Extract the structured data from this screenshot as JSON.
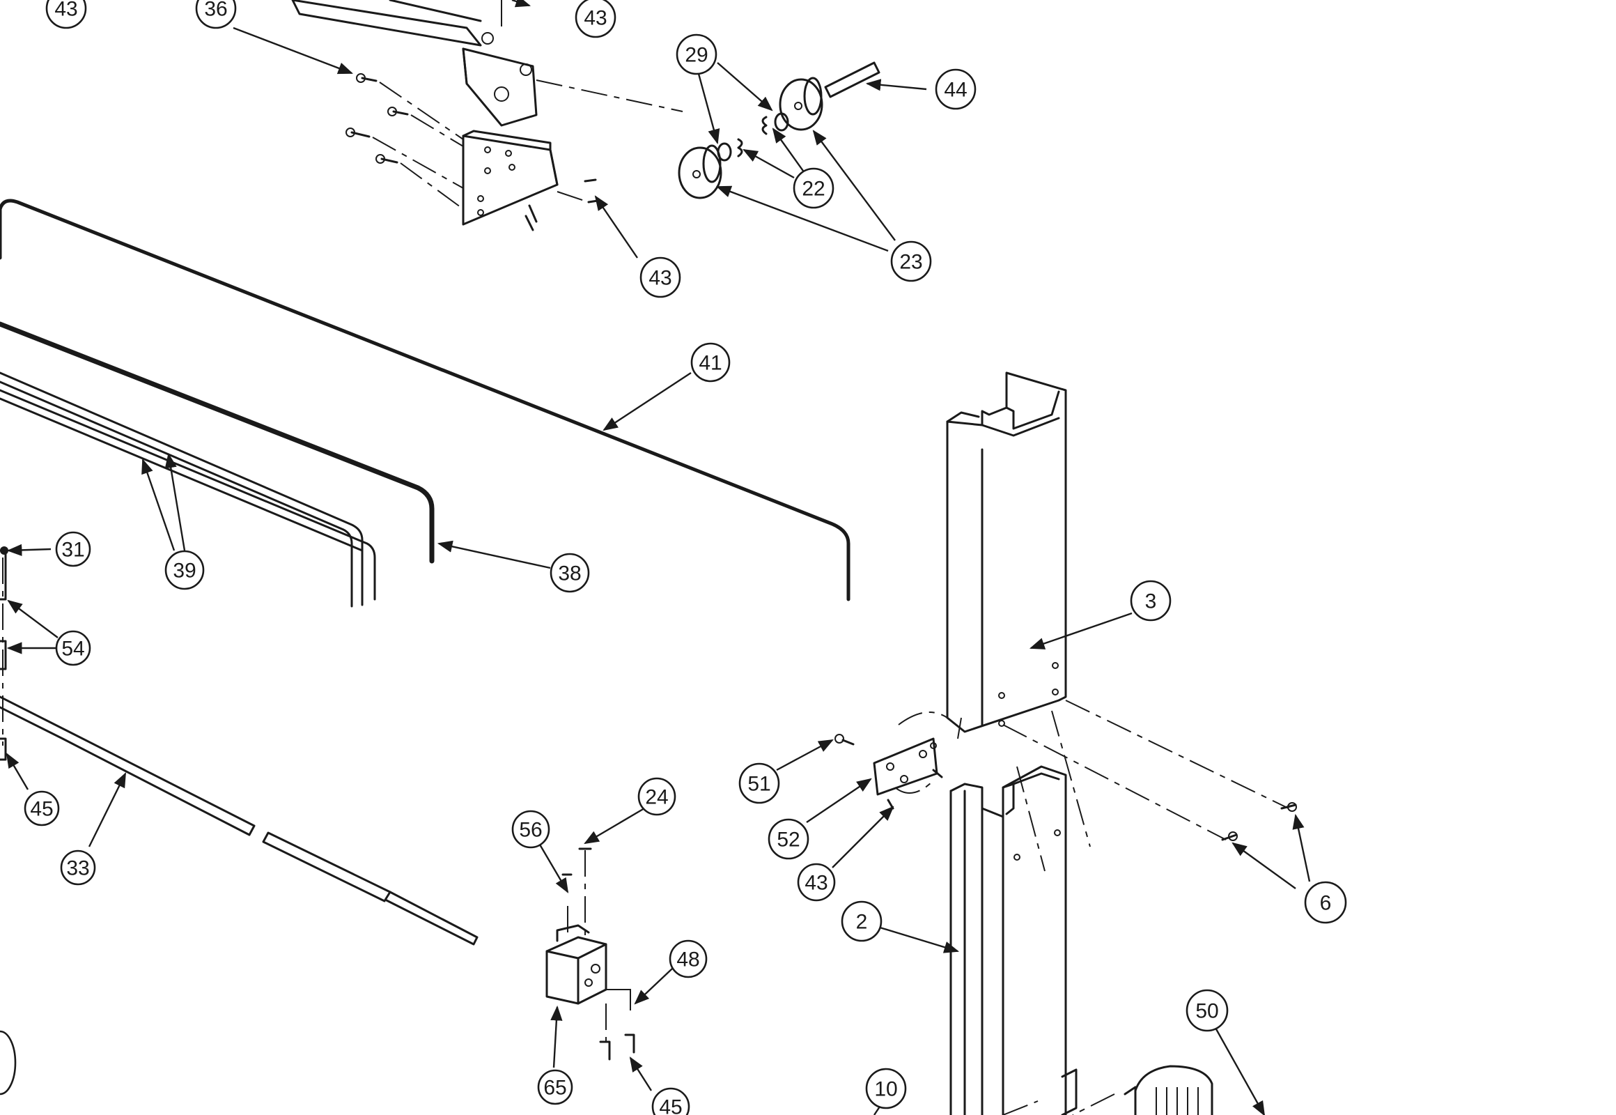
{
  "callouts": [
    {
      "id": "c43a",
      "label": "43"
    },
    {
      "id": "c36",
      "label": "36"
    },
    {
      "id": "c43b",
      "label": "43"
    },
    {
      "id": "c29",
      "label": "29"
    },
    {
      "id": "c44",
      "label": "44"
    },
    {
      "id": "c22",
      "label": "22"
    },
    {
      "id": "c23",
      "label": "23"
    },
    {
      "id": "c43c",
      "label": "43"
    },
    {
      "id": "c41",
      "label": "41"
    },
    {
      "id": "c31",
      "label": "31"
    },
    {
      "id": "c39",
      "label": "39"
    },
    {
      "id": "c38",
      "label": "38"
    },
    {
      "id": "c54",
      "label": "54"
    },
    {
      "id": "c3",
      "label": "3"
    },
    {
      "id": "c45a",
      "label": "45"
    },
    {
      "id": "c33",
      "label": "33"
    },
    {
      "id": "c24",
      "label": "24"
    },
    {
      "id": "c56",
      "label": "56"
    },
    {
      "id": "c51",
      "label": "51"
    },
    {
      "id": "c52",
      "label": "52"
    },
    {
      "id": "c43d",
      "label": "43"
    },
    {
      "id": "c6",
      "label": "6"
    },
    {
      "id": "c2",
      "label": "2"
    },
    {
      "id": "c48",
      "label": "48"
    },
    {
      "id": "c50",
      "label": "50"
    },
    {
      "id": "c10",
      "label": "10"
    },
    {
      "id": "c65",
      "label": "65"
    },
    {
      "id": "c45b",
      "label": "45"
    }
  ]
}
